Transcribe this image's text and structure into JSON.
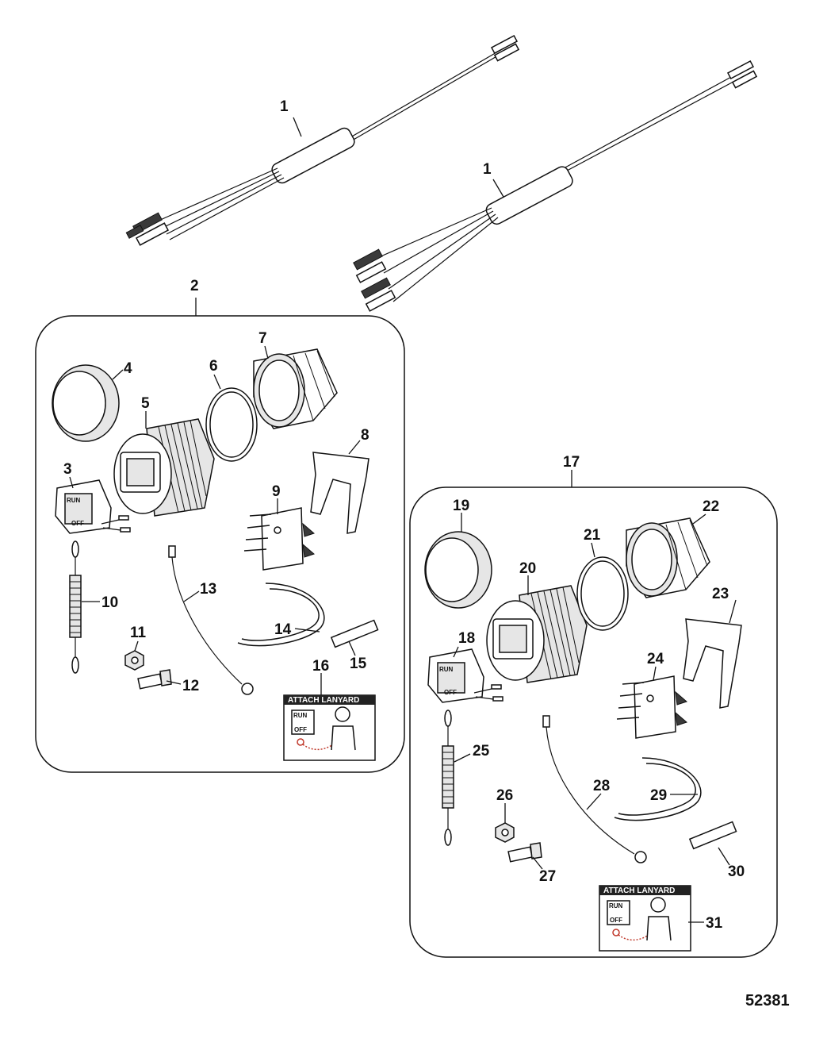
{
  "figure_number": "52381",
  "callouts": {
    "c1a": "1",
    "c1b": "1",
    "c2": "2",
    "c3": "3",
    "c4": "4",
    "c5": "5",
    "c6": "6",
    "c7": "7",
    "c8": "8",
    "c9": "9",
    "c10": "10",
    "c11": "11",
    "c12": "12",
    "c13": "13",
    "c14": "14",
    "c15": "15",
    "c16": "16",
    "c17": "17",
    "c18": "18",
    "c19": "19",
    "c20": "20",
    "c21": "21",
    "c22": "22",
    "c23": "23",
    "c24": "24",
    "c25": "25",
    "c26": "26",
    "c27": "27",
    "c28": "28",
    "c29": "29",
    "c30": "30",
    "c31": "31"
  },
  "decal": {
    "title": "ATTACH LANYARD",
    "run": "RUN",
    "off": "OFF"
  },
  "switch_labels": {
    "run": "RUN",
    "off": "OFF"
  }
}
